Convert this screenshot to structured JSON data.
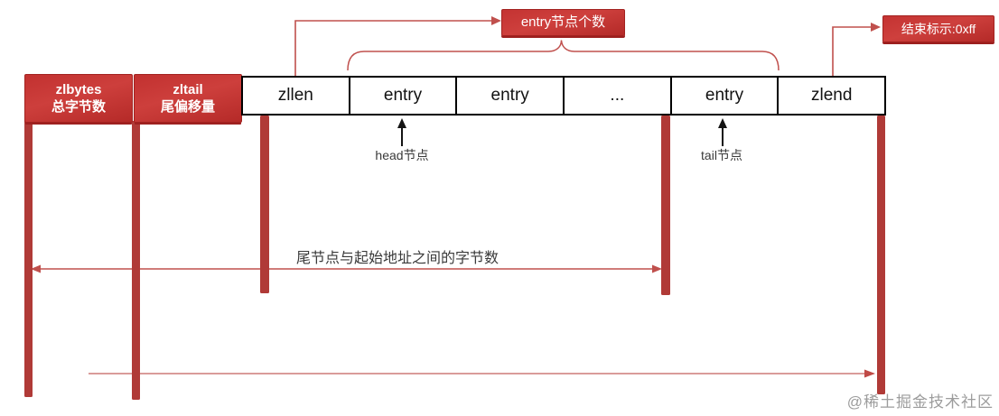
{
  "diagram": {
    "title": "ziplist structure diagram",
    "row": {
      "cells": [
        {
          "name": "zlbytes",
          "subtitle": "总字节数",
          "type": "red"
        },
        {
          "name": "zltail",
          "subtitle": "尾偏移量",
          "type": "red"
        },
        {
          "name": "zllen",
          "type": "plain"
        },
        {
          "name": "entry",
          "type": "plain"
        },
        {
          "name": "entry",
          "type": "plain"
        },
        {
          "name": "...",
          "type": "plain"
        },
        {
          "name": "entry",
          "type": "plain"
        },
        {
          "name": "zlend",
          "type": "plain"
        }
      ]
    },
    "tags": {
      "entry_count": "entry节点个数",
      "end_marker": "结束标示:0xff"
    },
    "annotations": {
      "head_node": "head节点",
      "tail_node": "tail节点",
      "tail_offset": "尾节点与起始地址之间的字节数"
    },
    "watermark": "@稀土掘金技术社区",
    "colors": {
      "box_red": "#c43332",
      "bar_red": "#b03a37",
      "line_red": "#c0504d",
      "border_black": "#000000",
      "arrow_black": "#141414",
      "watermark_gray": "#9c9c9c"
    }
  }
}
